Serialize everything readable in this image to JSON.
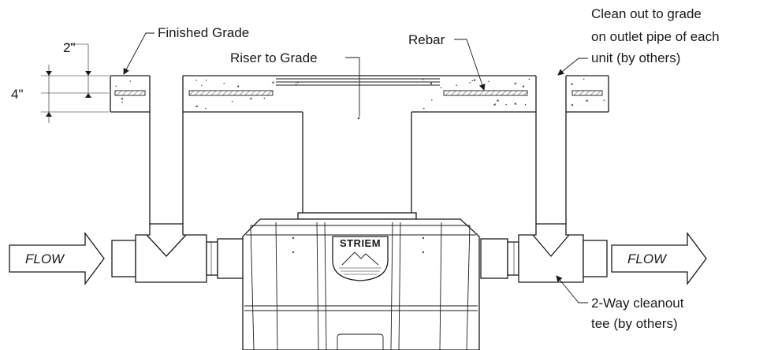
{
  "labels": {
    "finished_grade": "Finished Grade",
    "riser_to_grade": "Riser to Grade",
    "rebar": "Rebar",
    "cleanout_line1": "Clean out to grade",
    "cleanout_line2": "on outlet pipe of each",
    "cleanout_line3": "unit (by others)",
    "tee_line1": "2-Way cleanout",
    "tee_line2": "tee (by others)"
  },
  "dimensions": {
    "top_spacing": "2\"",
    "slab_thickness": "4\""
  },
  "flow": {
    "inlet": "FLOW",
    "outlet": "FLOW"
  },
  "logo": {
    "text": "STRIEM"
  }
}
